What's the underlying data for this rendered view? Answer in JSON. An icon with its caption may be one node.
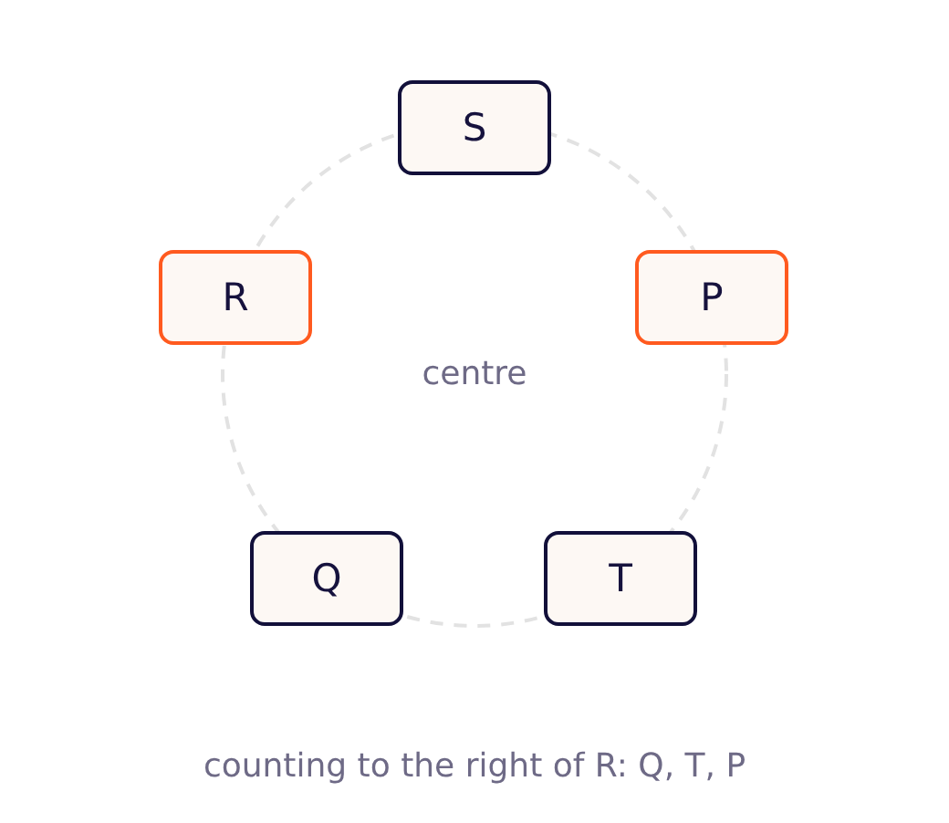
{
  "diagram": {
    "caption": "counting to the right of R: Q, T, P",
    "nodes": [
      {
        "text": [
          "S"
        ]
      },
      {
        "text": [
          "R"
        ]
      },
      {
        "text": [
          "P"
        ]
      },
      {
        "text": [
          "Q"
        ]
      },
      {
        "text": [
          "T"
        ]
      }
    ],
    "labels": [
      "centre"
    ]
  }
}
